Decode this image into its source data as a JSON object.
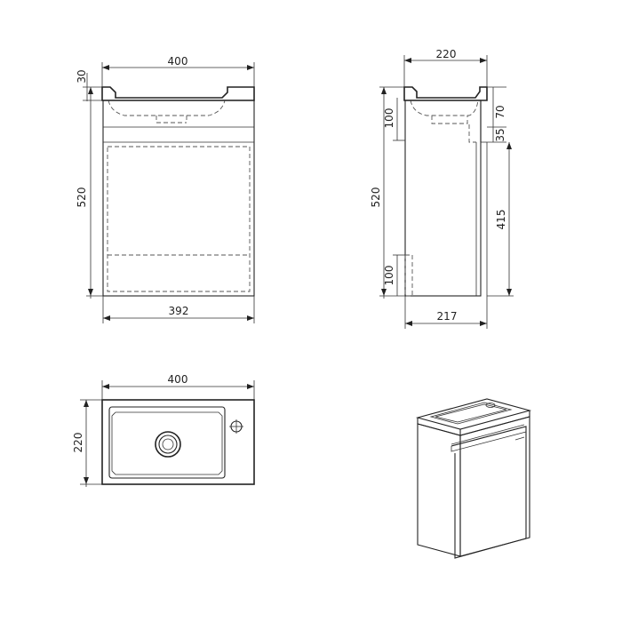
{
  "front_view": {
    "width_top": "400",
    "thickness_top": "30",
    "height": "520",
    "width_bottom": "392"
  },
  "side_view": {
    "depth_top": "220",
    "depth_bottom": "217",
    "height": "520",
    "upper_left": "100",
    "lower_left": "100",
    "right_top": "70",
    "right_mid": "35",
    "right_long": "415"
  },
  "top_view": {
    "width": "400",
    "depth": "220"
  }
}
